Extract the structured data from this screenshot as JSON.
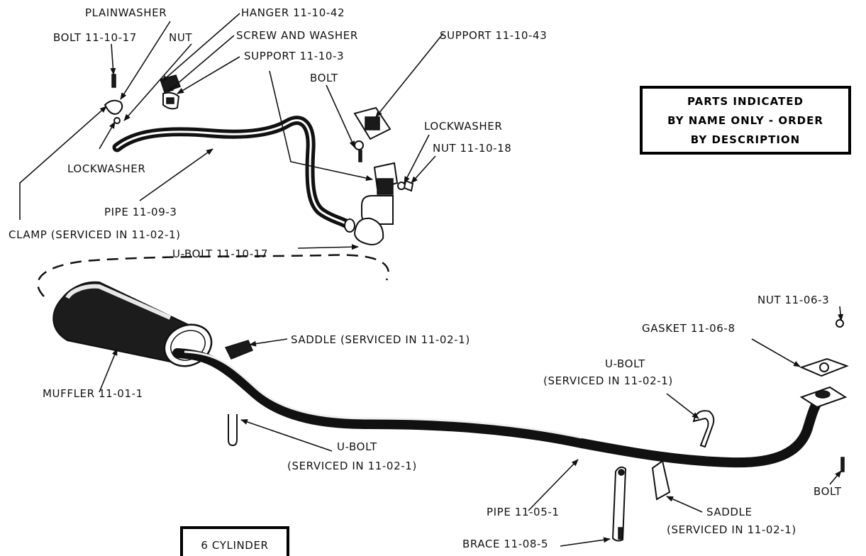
{
  "labels": {
    "plainwasher": "PLAINWASHER",
    "bolt_11_10_17": "BOLT 11-10-17",
    "nut_upper": "NUT",
    "hanger": "HANGER 11-10-42",
    "screw_washer": "SCREW AND WASHER",
    "support_11_10_3": "SUPPORT 11-10-3",
    "support_11_10_43": "SUPPORT 11-10-43",
    "bolt_upper": "BOLT",
    "lockwasher_right": "LOCKWASHER",
    "nut_11_10_18": "NUT 11-10-18",
    "lockwasher_left": "LOCKWASHER",
    "pipe_11_09_3": "PIPE 11-09-3",
    "clamp": "CLAMP (SERVICED IN 11-02-1)",
    "ubolt_11_10_17": "U-BOLT 11-10-17",
    "saddle_upper": "SADDLE (SERVICED IN 11-02-1)",
    "nut_11_06_3": "NUT 11-06-3",
    "gasket": "GASKET 11-06-8",
    "ubolt_right_1": "U-BOLT",
    "ubolt_right_2": "(SERVICED IN 11-02-1)",
    "muffler": "MUFFLER 11-01-1",
    "ubolt_lower_1": "U-BOLT",
    "ubolt_lower_2": "(SERVICED IN 11-02-1)",
    "bolt_lower": "BOLT",
    "pipe_11_05_1": "PIPE 11-05-1",
    "saddle_lower_1": "SADDLE",
    "saddle_lower_2": "(SERVICED IN 11-02-1)",
    "brace": "BRACE 11-08-5"
  },
  "note_box": {
    "line1": "PARTS INDICATED",
    "line2": "BY NAME ONLY - ORDER",
    "line3": "BY DESCRIPTION"
  },
  "engine_box": {
    "label": "6 CYLINDER"
  }
}
